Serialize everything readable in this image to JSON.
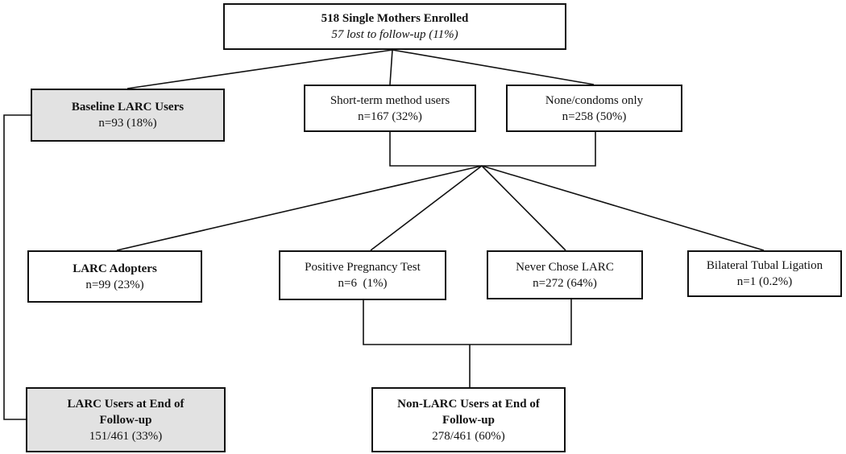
{
  "root": {
    "title": "518 Single Mothers Enrolled",
    "subtitle": "57 lost to follow-up (11%)"
  },
  "baseline_larc": {
    "title": "Baseline LARC Users",
    "count": "n=93 (18%)"
  },
  "short_term": {
    "title": "Short-term method users",
    "count": "n=167 (32%)"
  },
  "none_condoms": {
    "title": "None/condoms only",
    "count": "n=258 (50%)"
  },
  "larc_adopters": {
    "title": "LARC Adopters",
    "count": "n=99 (23%)"
  },
  "positive_pregnancy": {
    "title": "Positive Pregnancy Test",
    "count": "n=6  (1%)"
  },
  "never_chose": {
    "title": "Never Chose LARC",
    "count": "n=272 (64%)"
  },
  "tubal_ligation": {
    "title": "Bilateral Tubal Ligation",
    "count": "n=1 (0.2%)"
  },
  "end_larc": {
    "title_line1": "LARC Users at End of",
    "title_line2": "Follow-up",
    "count": "151/461 (33%)"
  },
  "end_non_larc": {
    "title_line1": "Non-LARC Users at End of",
    "title_line2": "Follow-up",
    "count": "278/461 (60%)"
  },
  "colors": {
    "line": "#111111",
    "shaded_box": "#e2e2e2",
    "box": "#ffffff"
  }
}
